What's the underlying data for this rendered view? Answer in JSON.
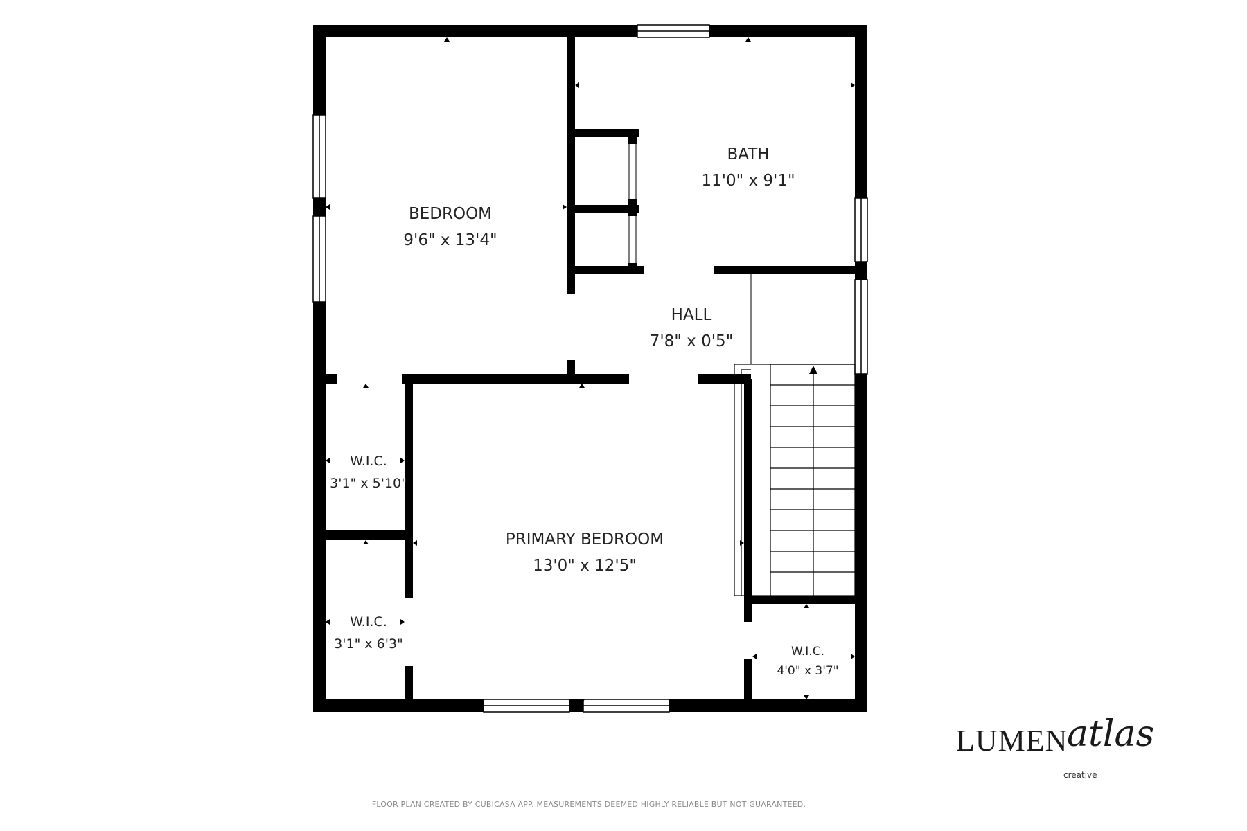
{
  "rooms": {
    "bedroom": {
      "name": "BEDROOM",
      "dims": "9'6\" x 13'4\""
    },
    "bath": {
      "name": "BATH",
      "dims": "11'0\" x 9'1\""
    },
    "hall": {
      "name": "HALL",
      "dims": "7'8\" x 0'5\""
    },
    "wic_upper": {
      "name": "W.I.C.",
      "dims": "3'1\" x 5'10\""
    },
    "wic_lower": {
      "name": "W.I.C.",
      "dims": "3'1\" x 6'3\""
    },
    "primary_bedroom": {
      "name": "PRIMARY BEDROOM",
      "dims": "13'0\" x 12'5\""
    },
    "wic_right": {
      "name": "W.I.C.",
      "dims": "4'0\" x 3'7\""
    }
  },
  "brand": {
    "word1": "LUMEN",
    "word2": "atlas",
    "sub": "creative"
  },
  "footer": {
    "disclaimer": "FLOOR PLAN CREATED BY CUBICASA APP. MEASUREMENTS DEEMED HIGHLY RELIABLE BUT NOT GUARANTEED."
  },
  "colors": {
    "wall": "#000000",
    "text": "#222222",
    "background": "#ffffff"
  }
}
